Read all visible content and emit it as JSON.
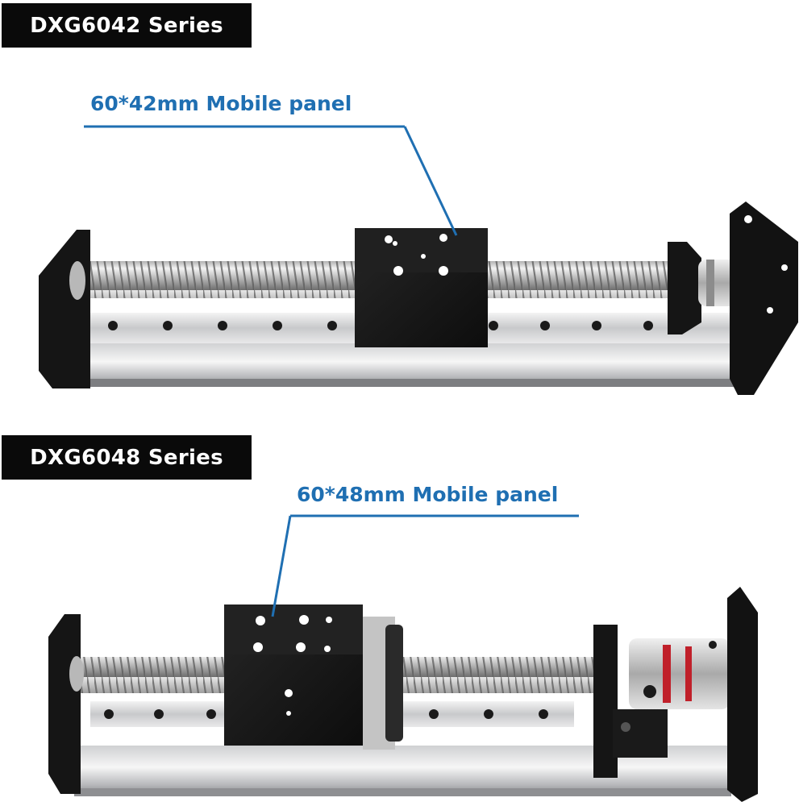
{
  "products": [
    {
      "series_label": "DXG6042 Series",
      "callout": "60*42mm Mobile panel"
    },
    {
      "series_label": "DXG6048 Series",
      "callout": "60*48mm Mobile panel"
    }
  ],
  "colors": {
    "tag_background": "#0a0a0a",
    "tag_text": "#ffffff",
    "callout_blue": "#1f6fb2",
    "anodized_black": "#151515",
    "aluminium": "#d9dadc",
    "coupling_red": "#c0202a"
  }
}
